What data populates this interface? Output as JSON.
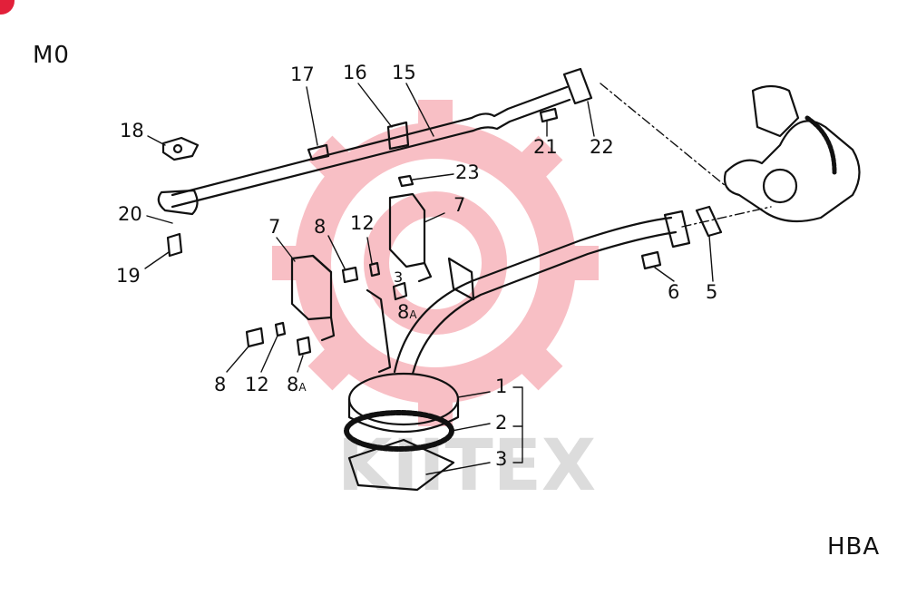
{
  "diagram": {
    "model_code": "M0",
    "section_code": "HBA",
    "watermark_text": "KIITEX",
    "watermark_color": "#f7b4bb",
    "part_numbers": [
      "17",
      "16",
      "15",
      "18",
      "21",
      "22",
      "23",
      "20",
      "7",
      "7",
      "8",
      "12",
      "3",
      "8A",
      "19",
      "6",
      "5",
      "8",
      "12",
      "8A",
      "1",
      "2",
      "3"
    ]
  },
  "labels": {
    "p17": "17",
    "p16": "16",
    "p15": "15",
    "p18": "18",
    "p21": "21",
    "p22": "22",
    "p23": "23",
    "p20": "20",
    "p19": "19",
    "p7a": "7",
    "p7b": "7",
    "p8a": "8",
    "p12a": "12",
    "p3a": "3",
    "p8A_a": "8",
    "p6": "6",
    "p5": "5",
    "p8b": "8",
    "p12b": "12",
    "p8A_b": "8",
    "p1": "1",
    "p2": "2",
    "p3b": "3",
    "suffix_A": "A"
  }
}
